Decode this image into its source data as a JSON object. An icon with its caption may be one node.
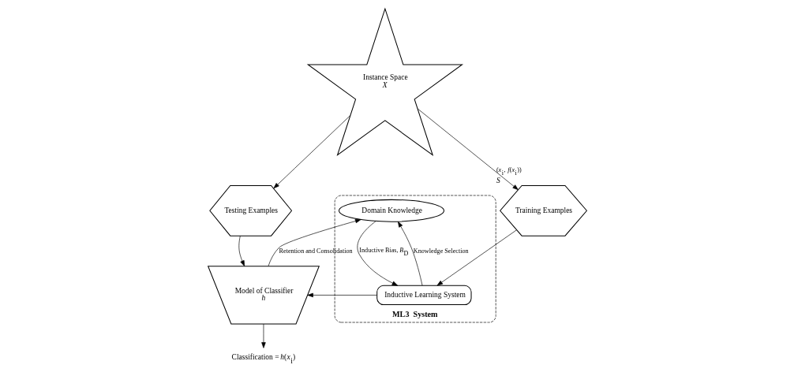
{
  "diagram": {
    "nodes": [
      {
        "text": [
          "Instance Space",
          "*X*"
        ]
      },
      {
        "text": [
          "Testing Examples"
        ]
      },
      {
        "text": [
          "**ML3  System**"
        ]
      },
      {
        "text": [
          "Domain Knowledge"
        ],
        "in": 2
      },
      {
        "text": [
          "Inductive Learning System"
        ],
        "in": 2
      },
      {
        "text": [
          "Training Examples"
        ],
        "beside": [
          "*S*"
        ]
      },
      {
        "text": [
          "Model of Classifier",
          "*h*"
        ]
      },
      {
        "text": [
          "Classification = *h*(*x*$_{i}$)"
        ]
      }
    ],
    "edges": [
      {
        "from": 0,
        "to": 1,
        "arrow": "to"
      },
      {
        "from": 0,
        "to": 5,
        "arrow": "to",
        "label": "(*x*$_{i}$, *f*(*x*$_{i}$))"
      },
      {
        "from": 3,
        "to": 4,
        "arrow": "to",
        "label": "Inductive Bias, *B*$_{D}$"
      },
      {
        "from": 4,
        "to": 3,
        "arrow": "to",
        "label": "Knowledge Selection"
      },
      {
        "from": 5,
        "to": 4,
        "arrow": "to"
      },
      {
        "from": 4,
        "to": 6,
        "arrow": "to"
      },
      {
        "from": 1,
        "to": 6,
        "arrow": "to"
      },
      {
        "from": 6,
        "to": 3,
        "arrow": "to",
        "label": "Retention and Consolidation"
      },
      {
        "from": 6,
        "to": 7,
        "arrow": "to"
      }
    ]
  }
}
